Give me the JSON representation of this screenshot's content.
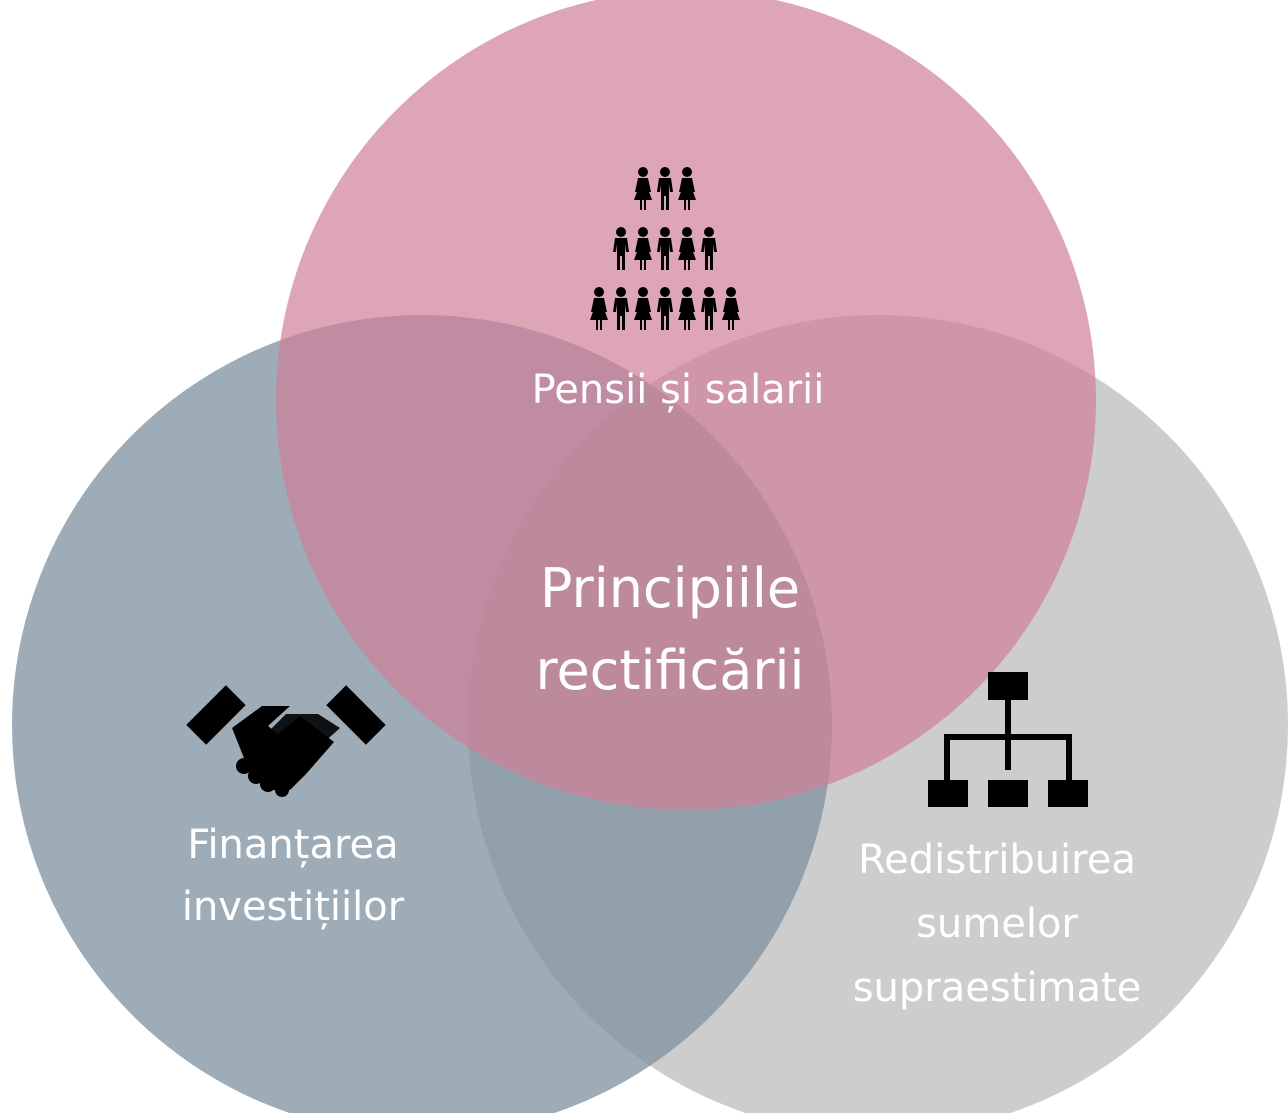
{
  "diagram": {
    "center_label": [
      "Principiile",
      "rectificării"
    ],
    "sets": [
      {
        "key": "top",
        "label": [
          "Pensii și salarii"
        ],
        "icon": "people-pyramid-icon",
        "color": "#d796a8"
      },
      {
        "key": "left",
        "label": [
          "Finanțarea",
          "investițiilor"
        ],
        "icon": "handshake-icon",
        "color": "#7f93a3"
      },
      {
        "key": "right",
        "label": [
          "Redistribuirea",
          "sumelor",
          "supraestimate"
        ],
        "icon": "org-chart-icon",
        "color": "#c0c0c0"
      }
    ]
  }
}
